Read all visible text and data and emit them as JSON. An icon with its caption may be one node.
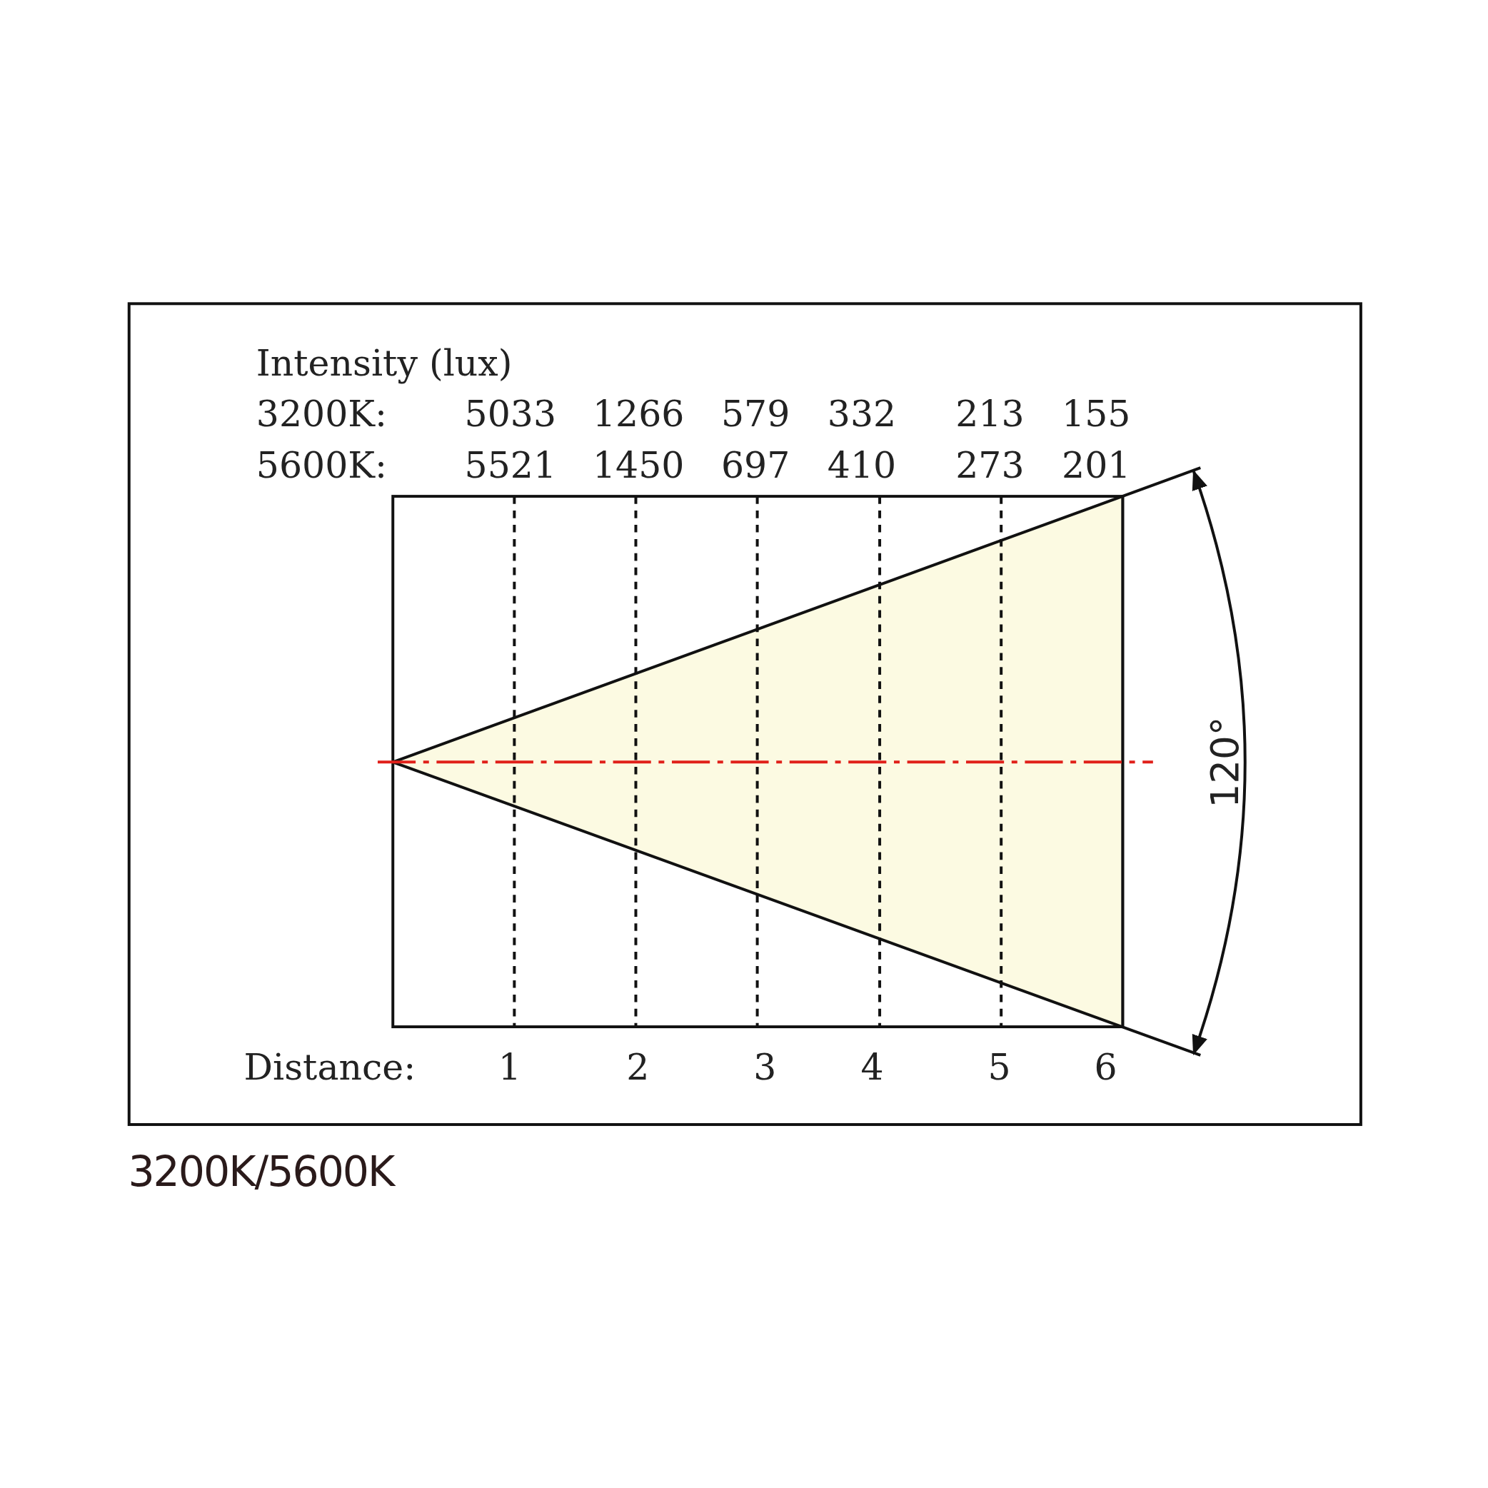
{
  "diagram": {
    "caption": "3200K/5600K",
    "labels": [
      "Intensity (lux)",
      "3200K:",
      "5033",
      "1266",
      "579",
      "332",
      "213",
      "155",
      "5600K:",
      "5521",
      "1450",
      "697",
      "410",
      "273",
      "201",
      "Distance:",
      "1",
      "2",
      "3",
      "4",
      "5",
      "6",
      "120°"
    ]
  }
}
